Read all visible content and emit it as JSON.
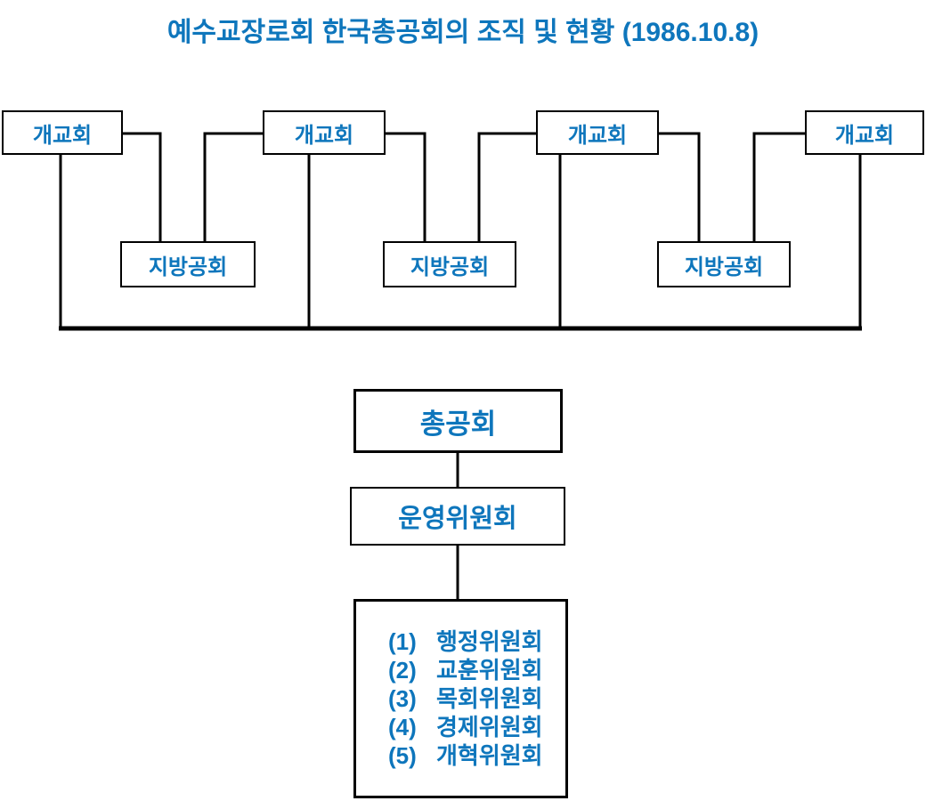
{
  "title": "예수교장로회 한국총공회의 조직 및 현황 (1986.10.8)",
  "colors": {
    "accent_blue": "#0e76bc",
    "line_black": "#000000"
  },
  "nodes": {
    "local_church": "개교회",
    "regional_council": "지방공회",
    "general_assembly": "총공회",
    "steering_committee": "운영위원회"
  },
  "committee_box": {
    "items": [
      {
        "no": "(1)",
        "label": "행정위원회"
      },
      {
        "no": "(2)",
        "label": "교훈위원회"
      },
      {
        "no": "(3)",
        "label": "목회위원회"
      },
      {
        "no": "(4)",
        "label": "경제위원회"
      },
      {
        "no": "(5)",
        "label": "개혁위원회"
      }
    ]
  }
}
